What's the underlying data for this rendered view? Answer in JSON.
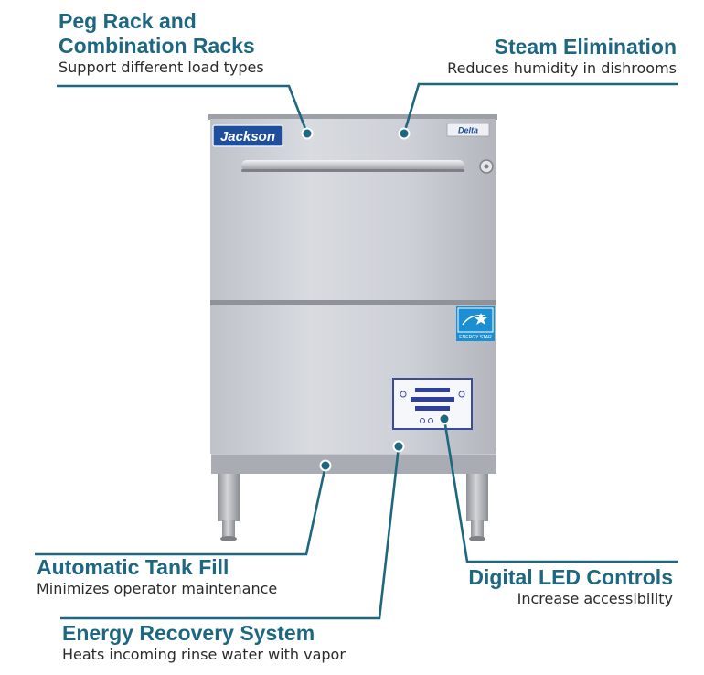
{
  "features": {
    "peg_rack": {
      "title_line1": "Peg Rack and",
      "title_line2": "Combination Racks",
      "description": "Support different load types"
    },
    "steam": {
      "title": "Steam Elimination",
      "description": "Reduces humidity in dishrooms"
    },
    "tank_fill": {
      "title": "Automatic Tank Fill",
      "description": "Minimizes operator maintenance"
    },
    "led": {
      "title": "Digital LED Controls",
      "description": "Increase accessibility"
    },
    "energy": {
      "title": "Energy Recovery System",
      "description": "Heats incoming rinse water with vapor"
    }
  },
  "machine": {
    "brand_logo": "Jackson",
    "model_badge": "Delta",
    "energy_star_label": "ENERGY STAR"
  },
  "colors": {
    "accent": "#1e6780",
    "text": "#2a2a2a",
    "steel": "#c9ccd3",
    "logo_blue": "#1f4f9c"
  }
}
